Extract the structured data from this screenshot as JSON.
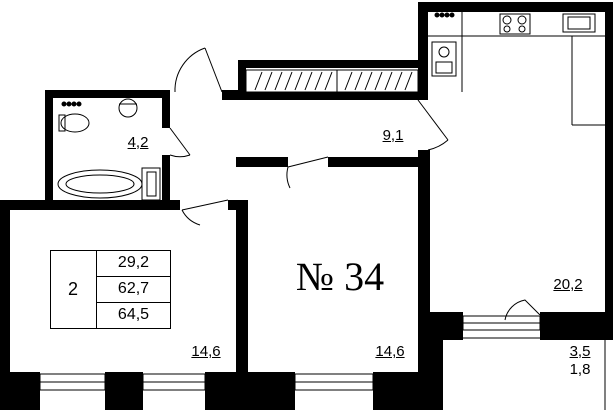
{
  "apartment_number": "№ 34",
  "summary_table": {
    "rooms": "2",
    "areas": [
      "29,2",
      "62,7",
      "64,5"
    ]
  },
  "room_areas": {
    "bathroom": "4,2",
    "hallway": "9,1",
    "kitchen_living": "20,2",
    "bedroom_left": "14,6",
    "bedroom_center": "14,6",
    "balcony": "3,5",
    "balcony_reduced": "1,8"
  }
}
